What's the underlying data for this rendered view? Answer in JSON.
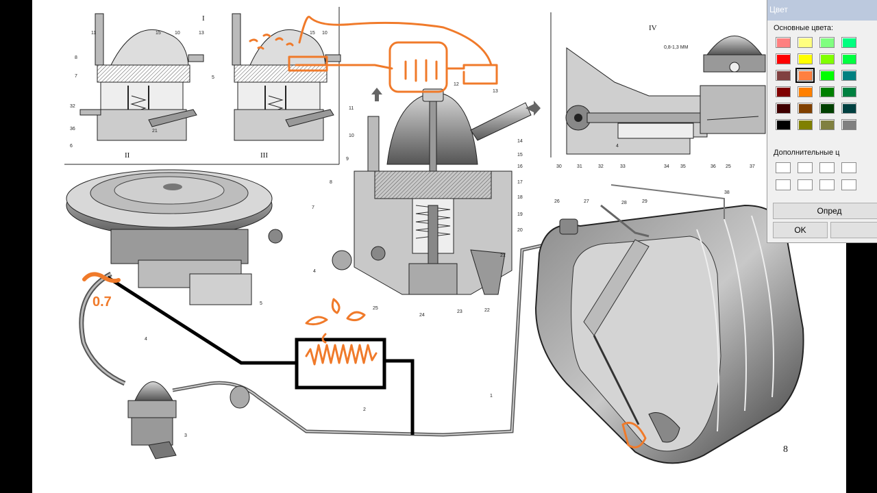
{
  "dialog": {
    "title": "Цвет",
    "basic_colors_label": "Основные цвета:",
    "custom_colors_label": "Дополнительные ц",
    "define_button": "Опред",
    "ok_button": "OK",
    "basic_colors": [
      [
        "#ff8080",
        "#ffff80",
        "#80ff80",
        "#00ff80"
      ],
      [
        "#ff0000",
        "#ffff00",
        "#80ff00",
        "#00ff40"
      ],
      [
        "#804040",
        "#ff8040",
        "#00ff00",
        "#008080"
      ],
      [
        "#800000",
        "#ff8000",
        "#008000",
        "#008040"
      ],
      [
        "#400000",
        "#804000",
        "#004000",
        "#004040"
      ],
      [
        "#000000",
        "#808000",
        "#808040",
        "#808080"
      ]
    ],
    "selected_color": "#ff8040"
  },
  "diagram": {
    "panel_labels": [
      "I",
      "II",
      "III",
      "IV"
    ],
    "dimension_label": "0,8-1,3 ММ",
    "page_number": "8",
    "annotation_value": "0.7",
    "callouts_panel_I": [
      "11",
      "15",
      "10",
      "13",
      "8",
      "7",
      "32",
      "36",
      "6",
      "21"
    ],
    "callouts_panel_III": [
      "15",
      "10",
      "5"
    ],
    "callouts_panel_IV": [
      "30",
      "31",
      "32",
      "33",
      "34",
      "35",
      "36",
      "25",
      "37",
      "4"
    ],
    "callouts_pump": [
      "11",
      "12",
      "13",
      "10",
      "14",
      "9",
      "15",
      "16",
      "8",
      "17",
      "18",
      "7",
      "19",
      "20",
      "4",
      "21",
      "25",
      "24",
      "23",
      "22"
    ],
    "callouts_system": [
      "4",
      "3",
      "2",
      "1",
      "5",
      "26",
      "27",
      "28",
      "29",
      "38"
    ]
  },
  "colors": {
    "annotation": "#f07a2a",
    "sketch": "#333333",
    "marker": "#000000",
    "dialog_title_bar": "#bcc9de"
  }
}
